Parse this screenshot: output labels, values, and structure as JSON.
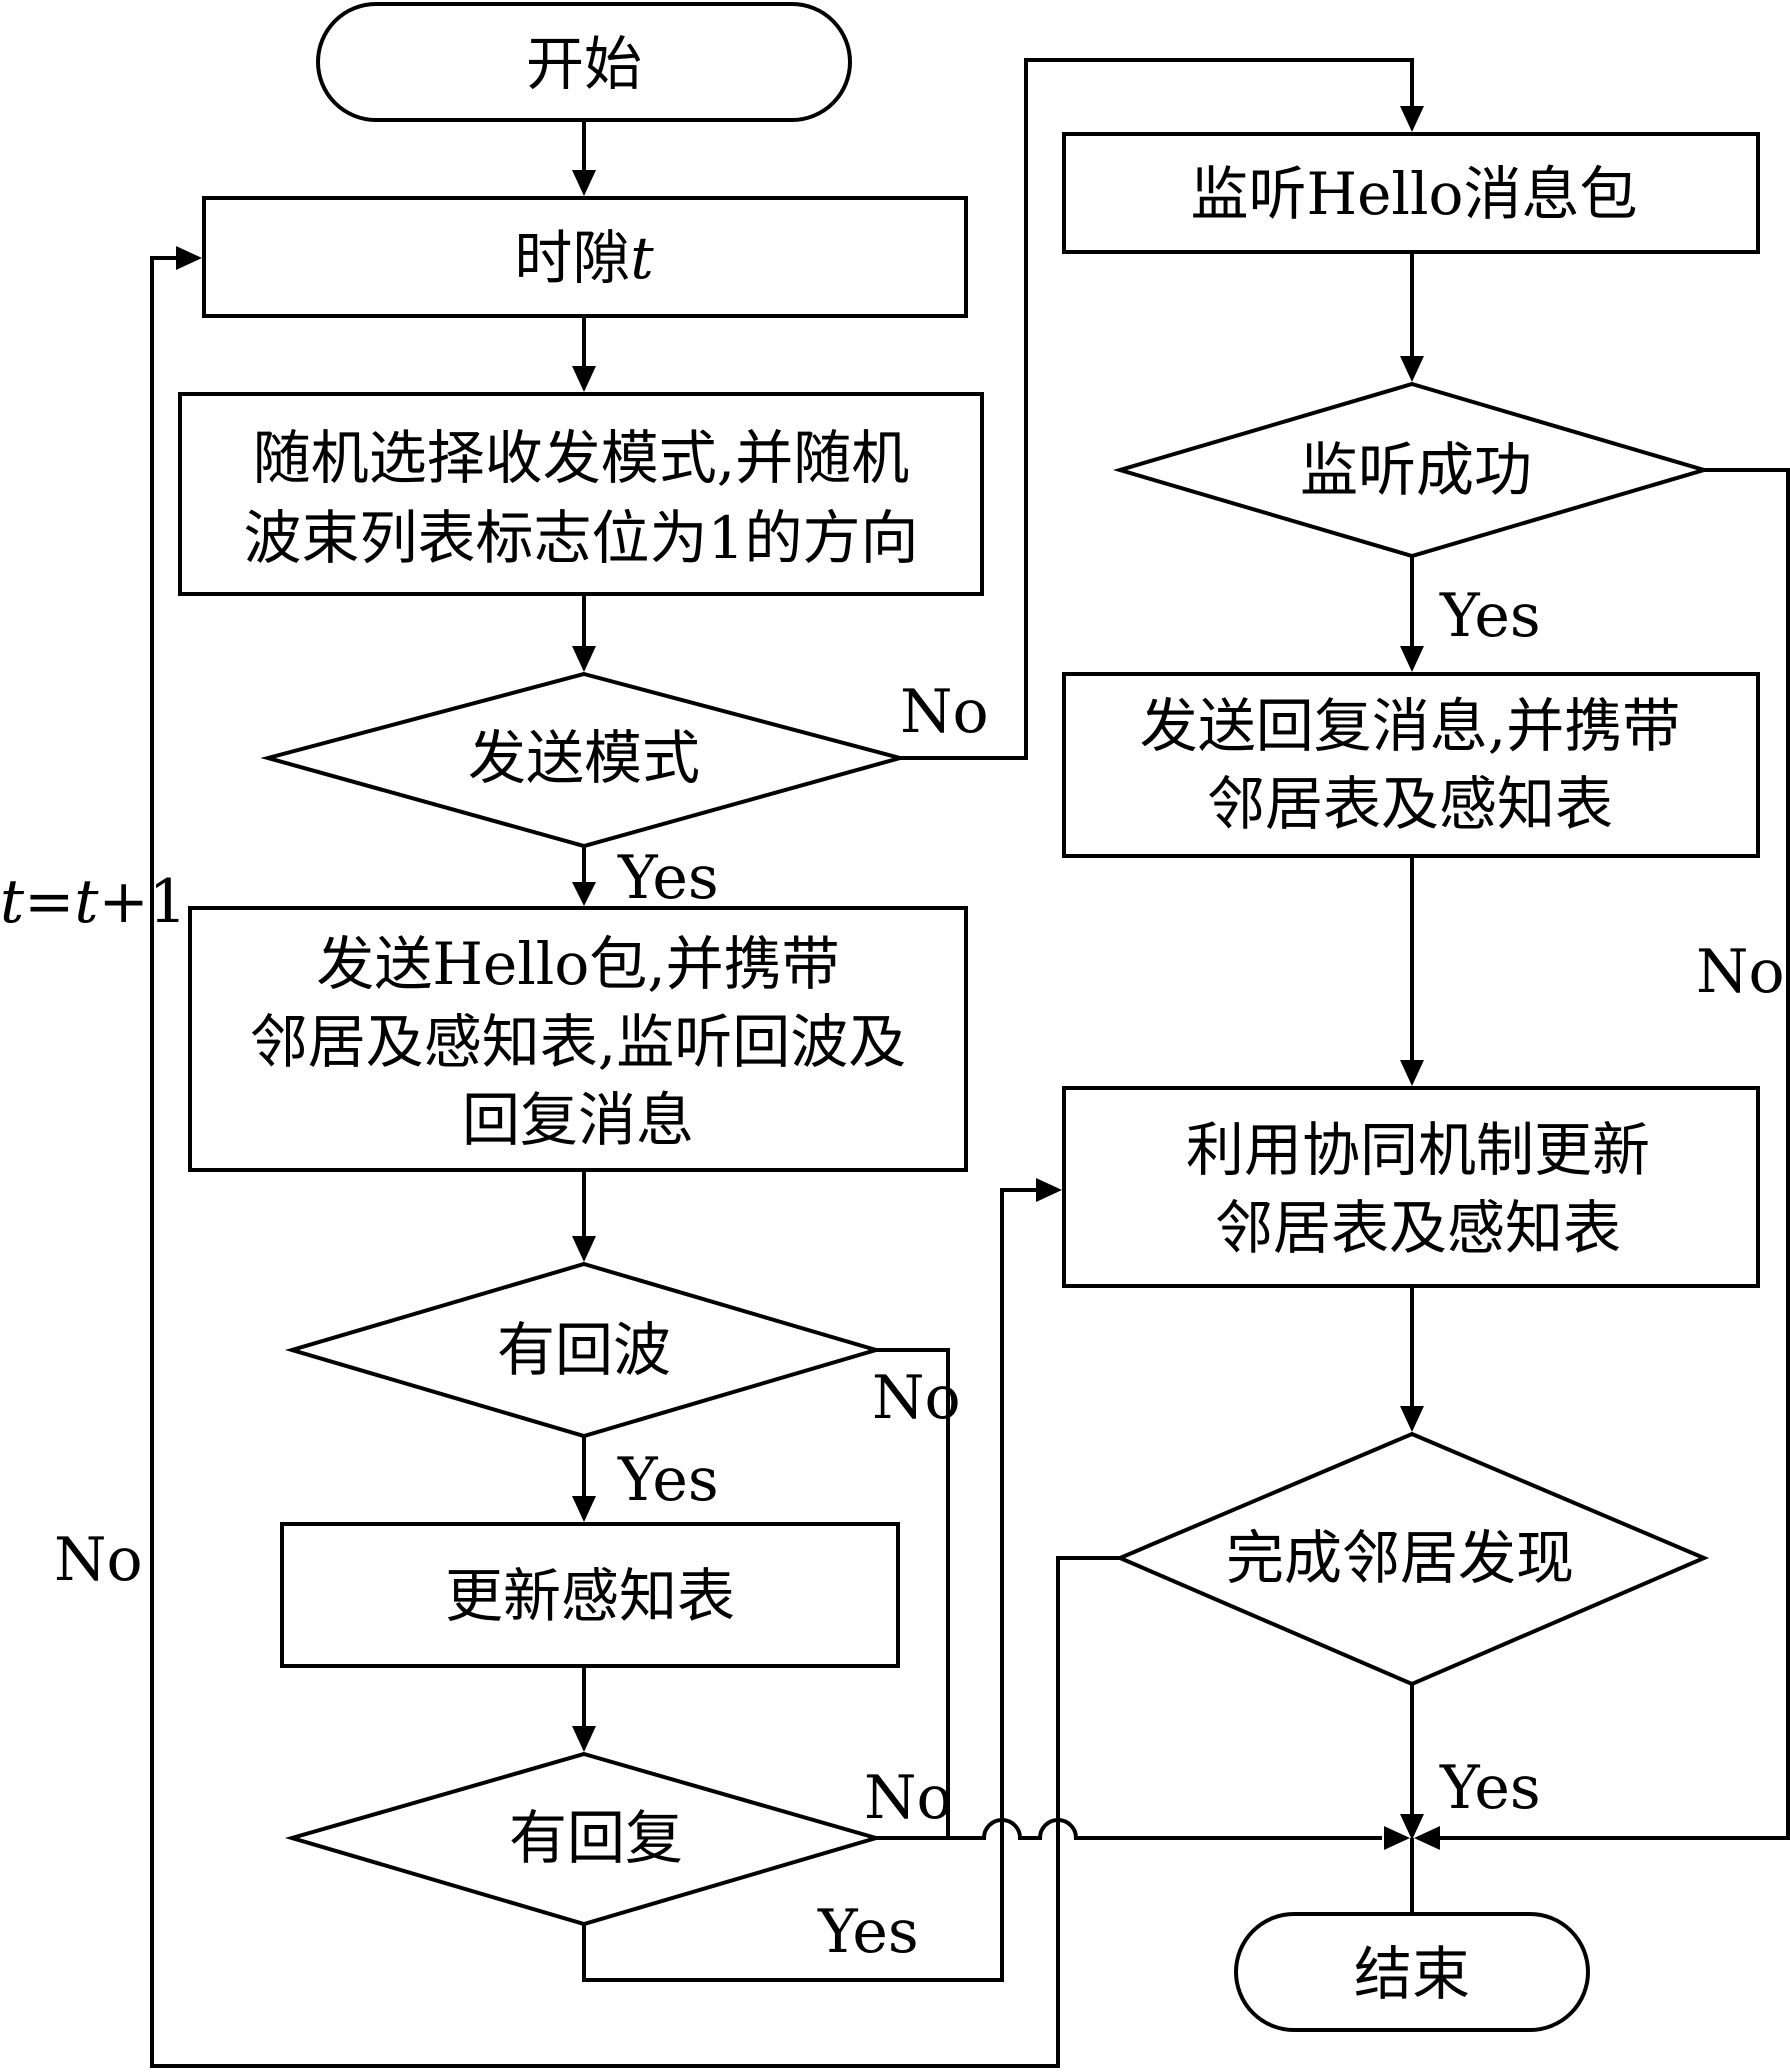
{
  "nodes": {
    "start": "开始",
    "timeslot": "时隙",
    "timeslot_var": "t",
    "select_mode": [
      "随机选择收发模式,并随机",
      "波束列表标志位为1的方向"
    ],
    "send_mode": "发送模式",
    "send_hello": [
      "发送Hello包,并携带",
      "邻居及感知表,监听回波及",
      "回复消息"
    ],
    "has_echo": "有回波",
    "update_sense": "更新感知表",
    "has_reply": "有回复",
    "listen_hello": "监听Hello消息包",
    "listen_success": "监听成功",
    "send_reply": [
      "发送回复消息,并携带",
      "邻居表及感知表"
    ],
    "coop_update": [
      "利用协同机制更新",
      "邻居表及感知表"
    ],
    "discovery_done": "完成邻居发现",
    "end": "结束"
  },
  "labels": {
    "yes": "Yes",
    "no": "No",
    "loop_t": "t",
    "loop_eq": "=",
    "loop_t2": "t",
    "loop_plus": "+1"
  }
}
